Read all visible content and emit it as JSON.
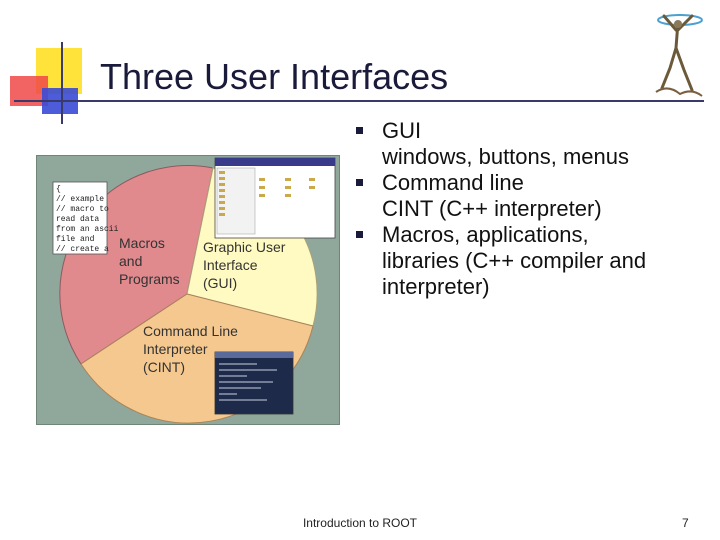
{
  "slide": {
    "title": "Three User Interfaces",
    "bullets": [
      {
        "main": "GUI",
        "sub": "windows, buttons, menus"
      },
      {
        "main": "Command line",
        "sub": "CINT (C++ interpreter)"
      },
      {
        "main": "Macros, applications,",
        "sub": "libraries (C++ compiler and interpreter)"
      }
    ],
    "footer": "Introduction to ROOT",
    "page_number": "7"
  },
  "figure": {
    "macro_label": [
      "Macros",
      "and",
      "Programs"
    ],
    "gui_label": [
      "Graphic User",
      "Interface",
      "(GUI)"
    ],
    "cli_label": [
      "Command Line",
      "Interpreter",
      "(CINT)"
    ],
    "code_lines": [
      "{",
      "// example",
      "// macro to",
      "read data",
      "from an ascii",
      "file and",
      "// create a"
    ],
    "colors": {
      "macros": "#e08a8e",
      "gui": "#fffac2",
      "cli": "#f5c88f",
      "background": "#8fa89b"
    }
  }
}
